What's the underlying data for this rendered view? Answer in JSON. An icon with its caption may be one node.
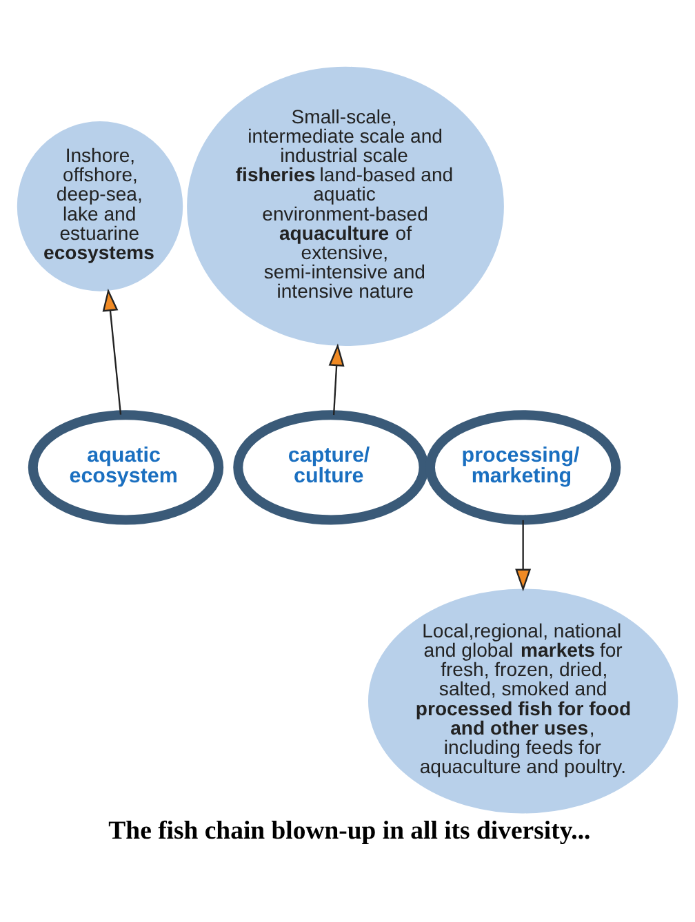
{
  "diagram": {
    "caption": "The fish chain blown-up in all its diversity...",
    "nodes": [
      {
        "text": [
          "Inshore, offshore, deep-sea, lake and estuarine **ecosystems**"
        ]
      },
      {
        "text": [
          "Small-scale, intermediate scale and industrial scale **fisheries** land-based and aquatic environment-based **aquaculture** of extensive, semi-intensive and intensive nature"
        ]
      },
      {
        "text": [
          "aquatic ecosystem"
        ]
      },
      {
        "text": [
          "capture/ culture"
        ]
      },
      {
        "text": [
          "processing/ marketing"
        ]
      },
      {
        "text": [
          "Local,regional, national and global **markets** for fresh, frozen, dried, salted, smoked and **processed fish for food and other uses**, including feeds for aquaculture and poultry."
        ]
      }
    ],
    "edges": [
      {
        "from": 2,
        "to": 0,
        "arrow": "to"
      },
      {
        "from": 3,
        "to": 1,
        "arrow": "to"
      },
      {
        "from": 4,
        "to": 5,
        "arrow": "to"
      }
    ]
  }
}
